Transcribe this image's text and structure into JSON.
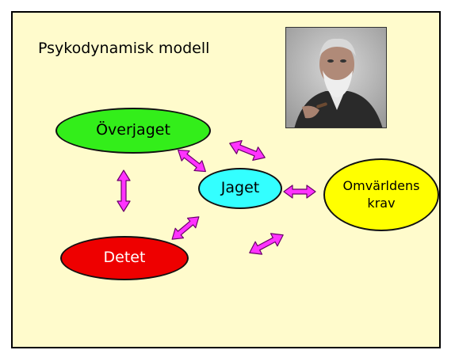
{
  "slide": {
    "title": "Psykodynamisk modell"
  },
  "portrait": {
    "icon": "portrait-photo"
  },
  "nodes": {
    "overjaget": "Överjaget",
    "jaget": "Jaget",
    "omvarldens_line1": "Omvärldens",
    "omvarldens_line2": "krav",
    "detet": "Detet"
  },
  "colors": {
    "background": "#fffbcc",
    "overjaget": "#33ee1a",
    "jaget": "#33ffff",
    "omvarldens": "#ffff00",
    "detet": "#ee0000",
    "arrow": "#ff33ff"
  }
}
